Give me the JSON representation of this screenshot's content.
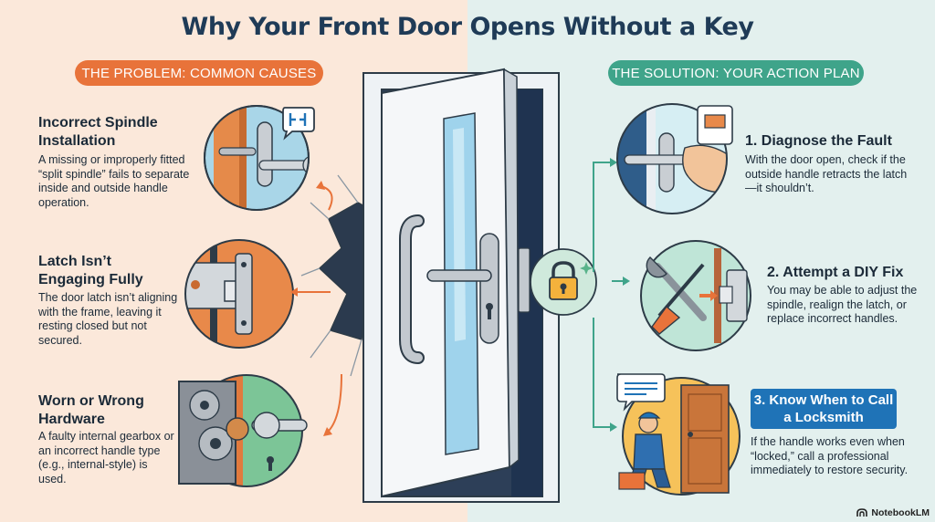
{
  "title": "Why Your Front Door Opens Without a Key",
  "problem_header": "THE PROBLEM: COMMON CAUSES",
  "solution_header": "THE SOLUTION: YOUR ACTION PLAN",
  "causes": [
    {
      "title": "Incorrect Spindle Installation",
      "desc": "A missing or improperly fitted “split spindle” fails to separate inside and outside handle operation."
    },
    {
      "title": "Latch Isn’t Engaging Fully",
      "desc": "The door latch isn’t aligning with the frame, leaving it resting closed but not secured."
    },
    {
      "title": "Worn or Wrong Hardware",
      "desc": "A faulty internal gearbox or an incorrect handle type (e.g., internal-style) is used."
    }
  ],
  "steps": [
    {
      "title": "1. Diagnose the Fault",
      "desc": "With the door open, check if the outside handle retracts the latch—it shouldn’t."
    },
    {
      "title": "2. Attempt a DIY Fix",
      "desc": "You may be able to adjust the spindle, realign the latch, or replace incorrect handles."
    },
    {
      "title": "3. Know When to Call a Locksmith",
      "desc": "If the handle works even when “locked,” call a professional immediately to restore security."
    }
  ],
  "watermark": "NotebookLM",
  "colors": {
    "navy": "#1f3b57",
    "orange": "#e8733a",
    "teal": "#3fa48a",
    "blue": "#1f73b7"
  }
}
